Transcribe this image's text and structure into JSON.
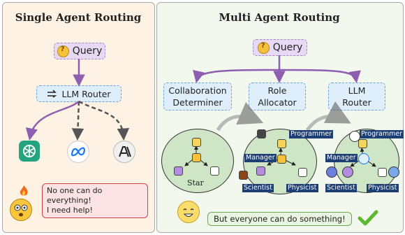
{
  "left": {
    "title": "Single Agent Routing",
    "query": "Query",
    "router": "LLM Router",
    "speech_lines": [
      "No one can do",
      "everything!",
      "I need help!"
    ]
  },
  "right": {
    "title": "Multi Agent Routing",
    "query": "Query",
    "stages": [
      {
        "line1": "Collaboration",
        "line2": "Determiner"
      },
      {
        "line1": "Role",
        "line2": "Allocator"
      },
      {
        "line1": "LLM",
        "line2": "Router"
      }
    ],
    "star_label": "Star",
    "roles": [
      "Programmer",
      "Manager",
      "Scientist",
      "Physicist"
    ],
    "bottom_text": "But everyone can do something!"
  },
  "icons": [
    "openai-icon",
    "meta-icon",
    "anthropic-icon",
    "fire-icon",
    "confused-face-icon",
    "smiling-face-icon",
    "check-icon",
    "router-icon"
  ],
  "colors": {
    "left_bg": "#fdf2e3",
    "right_bg": "#f3f8ee",
    "query_bg": "#e7d8f3",
    "router_bg": "#dfeefb",
    "circle_bg": "#cfe6c6",
    "role_label": "#1d3f73",
    "arrow": "#8e5fb0"
  }
}
